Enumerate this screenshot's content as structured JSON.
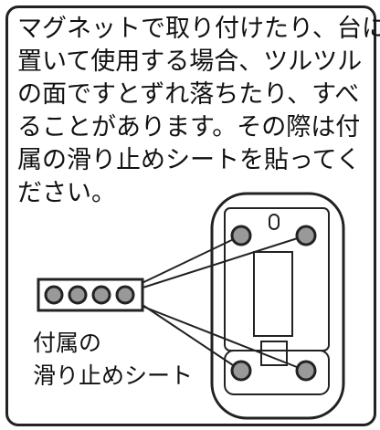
{
  "instruction": {
    "lines": [
      "マグネットで取り付けたり、台に",
      "置いて使用する場合、ツルツル",
      "の面ですとずれ落ちたり、すべ",
      "ることがあります。その際は付",
      "属の滑り止めシートを貼ってく",
      "ださい。"
    ]
  },
  "caption": {
    "lines": [
      "付属の",
      "滑り止めシート"
    ]
  },
  "colors": {
    "stroke": "#222222",
    "pad_fill": "#999999",
    "background": "#ffffff"
  },
  "icons": {
    "device": "remote-device-back-icon",
    "sheet": "anti-slip-sheet-icon"
  }
}
